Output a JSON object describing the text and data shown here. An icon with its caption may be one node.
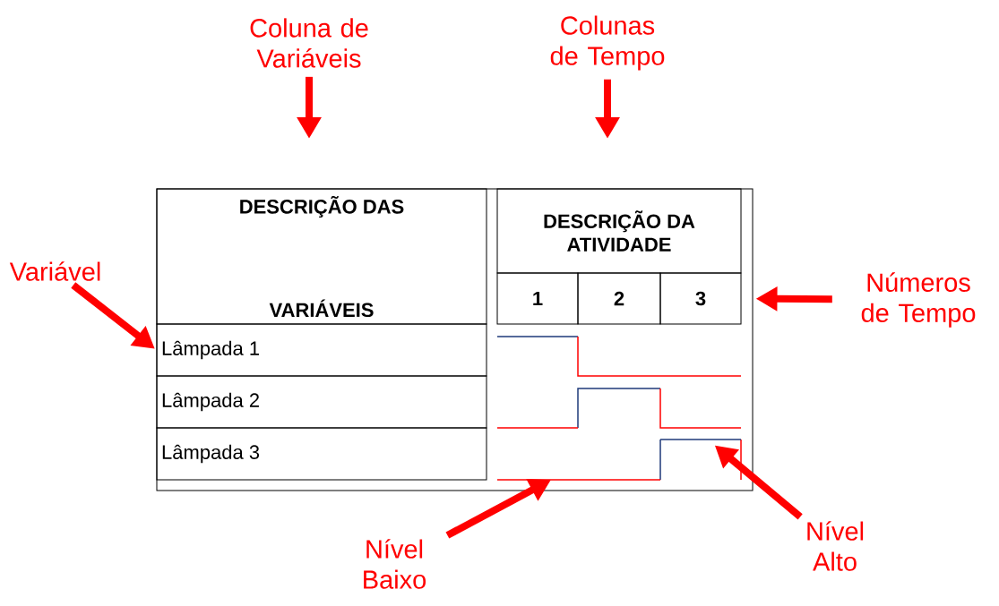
{
  "diagram": {
    "nodes": [
      {
        "text": [
          "Coluna de Variáveis"
        ]
      },
      {
        "text": [
          "Colunas de Tempo"
        ]
      },
      {
        "text": [
          "Variável"
        ]
      },
      {
        "text": [
          "Números de Tempo"
        ]
      },
      {
        "text": [
          "Nível Baixo"
        ]
      },
      {
        "text": [
          "Nível Alto"
        ]
      },
      {
        "text": [
          "DESCRIÇÃO DAS",
          "VARIÁVEIS"
        ]
      },
      {
        "text": [
          "DESCRIÇÃO DA ATIVIDADE"
        ]
      },
      {
        "text": [
          "1"
        ]
      },
      {
        "text": [
          "2"
        ]
      },
      {
        "text": [
          "3"
        ]
      },
      {
        "text": [
          "Lâmpada 1"
        ]
      },
      {
        "text": [
          "Lâmpada 2"
        ]
      },
      {
        "text": [
          "Lâmpada 3"
        ]
      },
      {
        "text": [],
        "shape": "line"
      },
      {
        "text": [],
        "shape": "line"
      }
    ],
    "edges": [
      {
        "from": 0,
        "to": null,
        "arrow": "to"
      },
      {
        "from": 1,
        "to": null,
        "arrow": "to"
      },
      {
        "from": 2,
        "to": 11,
        "arrow": "to"
      },
      {
        "from": 3,
        "to": 10,
        "arrow": "to"
      },
      {
        "from": 4,
        "to": 14,
        "arrow": "to"
      },
      {
        "from": 5,
        "to": 15,
        "arrow": "to"
      }
    ]
  }
}
